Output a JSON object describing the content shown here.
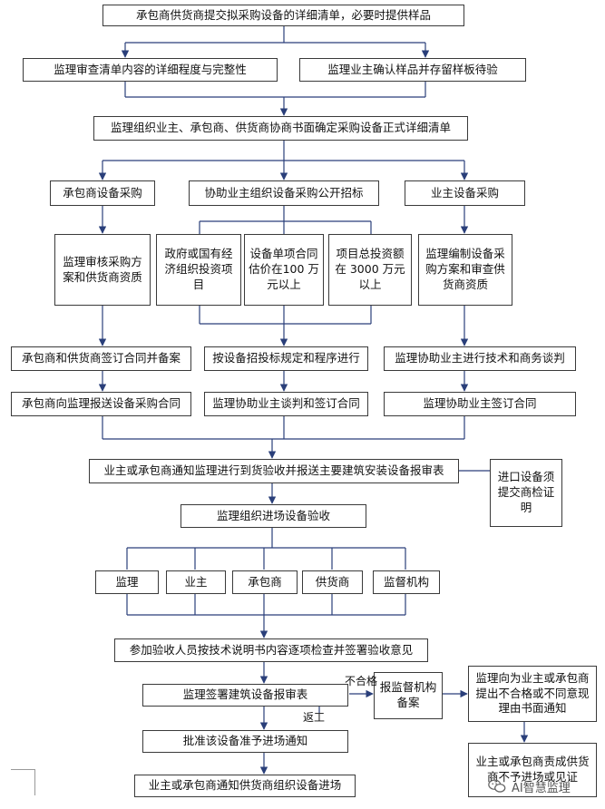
{
  "nodes": {
    "n1": "承包商供货商提交拟采购设备的详细清单，必要时提供样品",
    "n2a": "监理审查清单内容的详细程度与完整性",
    "n2b": "监理业主确认样品并存留样板待验",
    "n3": "监理组织业主、承包商、供货商协商书面确定采购设备正式详细清单",
    "n4a": "承包商设备采购",
    "n4b": "协助业主组织设备采购公开招标",
    "n4c": "业主设备采购",
    "n5a": "监理审核采购方案和供货商资质",
    "n5b": "政府或国有经济组织投资项目",
    "n5c": "设备单项合同估价在100 万元以上",
    "n5d": "项目总投资额在 3000 万元以上",
    "n5e": "监理编制设备采购方案和审查供货商资质",
    "n6a": "承包商和供货商签订合同并备案",
    "n6b": "按设备招投标规定和程序进行",
    "n6c": "监理协助业主进行技术和商务谈判",
    "n7a": "承包商向监理报送设备采购合同",
    "n7b": "监理协助业主谈判和签订合同",
    "n7c": "监理协助业主签订合同",
    "n8": "业主或承包商通知监理进行到货验收并报送主要建筑安装设备报审表",
    "n8s": "进口设备须提交商检证明",
    "n9": "监理组织进场设备验收",
    "n10a": "监理",
    "n10b": "业主",
    "n10c": "承包商",
    "n10d": "供货商",
    "n10e": "监督机构",
    "n11": "参加验收人员按技术说明书内容逐项检查并签署验收意见",
    "n12": "监理签署建筑设备报审表",
    "n12b": "报监督机构备案",
    "n12c": "监理向为业主或承包商提出不合格或不同意现理由书面通知",
    "n13": "批准该设备准予进场通知",
    "n13c": "业主或承包商责成供货商不予进场或见证",
    "n14": "业主或承包商通知供货商组织设备进场"
  },
  "labels": {
    "fail": "不合格",
    "rework": "返工"
  },
  "watermark": {
    "text": "AI智慧监理",
    "icon": "wechat-icon"
  },
  "colors": {
    "line": "#2a3f7a",
    "border": "#3a3a3a"
  }
}
